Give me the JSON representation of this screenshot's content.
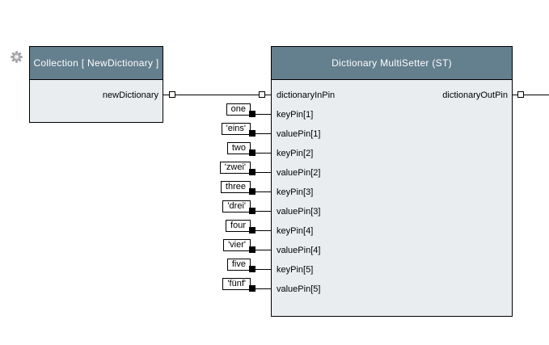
{
  "icons": {
    "settings": "gear-icon"
  },
  "nodes": {
    "collection": {
      "title": "Collection [ NewDictionary ]",
      "output_pin": "newDictionary"
    },
    "multisetter": {
      "title": "Dictionary MultiSetter (ST)",
      "input_pins": [
        "dictionaryInPin",
        "keyPin[1]",
        "valuePin[1]",
        "keyPin[2]",
        "valuePin[2]",
        "keyPin[3]",
        "valuePin[3]",
        "keyPin[4]",
        "valuePin[4]",
        "keyPin[5]",
        "valuePin[5]"
      ],
      "output_pins": [
        "dictionaryOutPin"
      ]
    }
  },
  "literals": [
    {
      "text": "one",
      "pin": "keyPin[1]"
    },
    {
      "text": "'eins'",
      "pin": "valuePin[1]"
    },
    {
      "text": "two",
      "pin": "keyPin[2]"
    },
    {
      "text": "'zwei'",
      "pin": "valuePin[2]"
    },
    {
      "text": "three",
      "pin": "keyPin[3]"
    },
    {
      "text": "'drei'",
      "pin": "valuePin[3]"
    },
    {
      "text": "four",
      "pin": "keyPin[4]"
    },
    {
      "text": "'vier'",
      "pin": "valuePin[4]"
    },
    {
      "text": "five",
      "pin": "keyPin[5]"
    },
    {
      "text": "'fünf'",
      "pin": "valuePin[5]"
    }
  ],
  "colors": {
    "node_header": "#647f8e",
    "node_body": "#e9edf0",
    "node_border": "#000000",
    "wire": "#000000",
    "literal_bg": "#ffffff",
    "header_text": "#ffffff",
    "gear": "#a3a3a3"
  }
}
